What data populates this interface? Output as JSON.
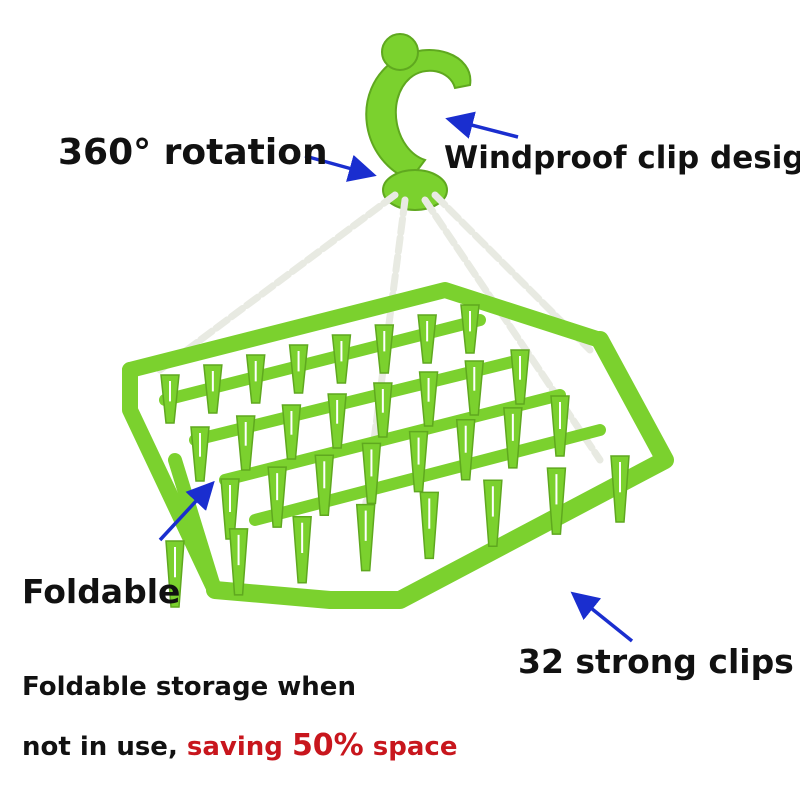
{
  "labels": {
    "rotation": "360° rotation",
    "windproof": "Windproof clip design",
    "foldable": "Foldable",
    "clips": "32 strong clips"
  },
  "note": {
    "line1": "Foldable storage when",
    "line2_prefix": "not in use, ",
    "line2_highlight": "saving ",
    "line2_percent": "50%",
    "line2_suffix": " space"
  },
  "colors": {
    "rack_green": "#7bd12e",
    "rack_shadow": "#5fa81f",
    "chain": "#f3f4ee",
    "arrow_blue": "#1a2ecf",
    "highlight_red": "#c8161d",
    "text": "#111111"
  },
  "icons": {
    "hook": "hook-icon",
    "arrow": "arrow-icon"
  },
  "product": {
    "clip_count": 32
  }
}
